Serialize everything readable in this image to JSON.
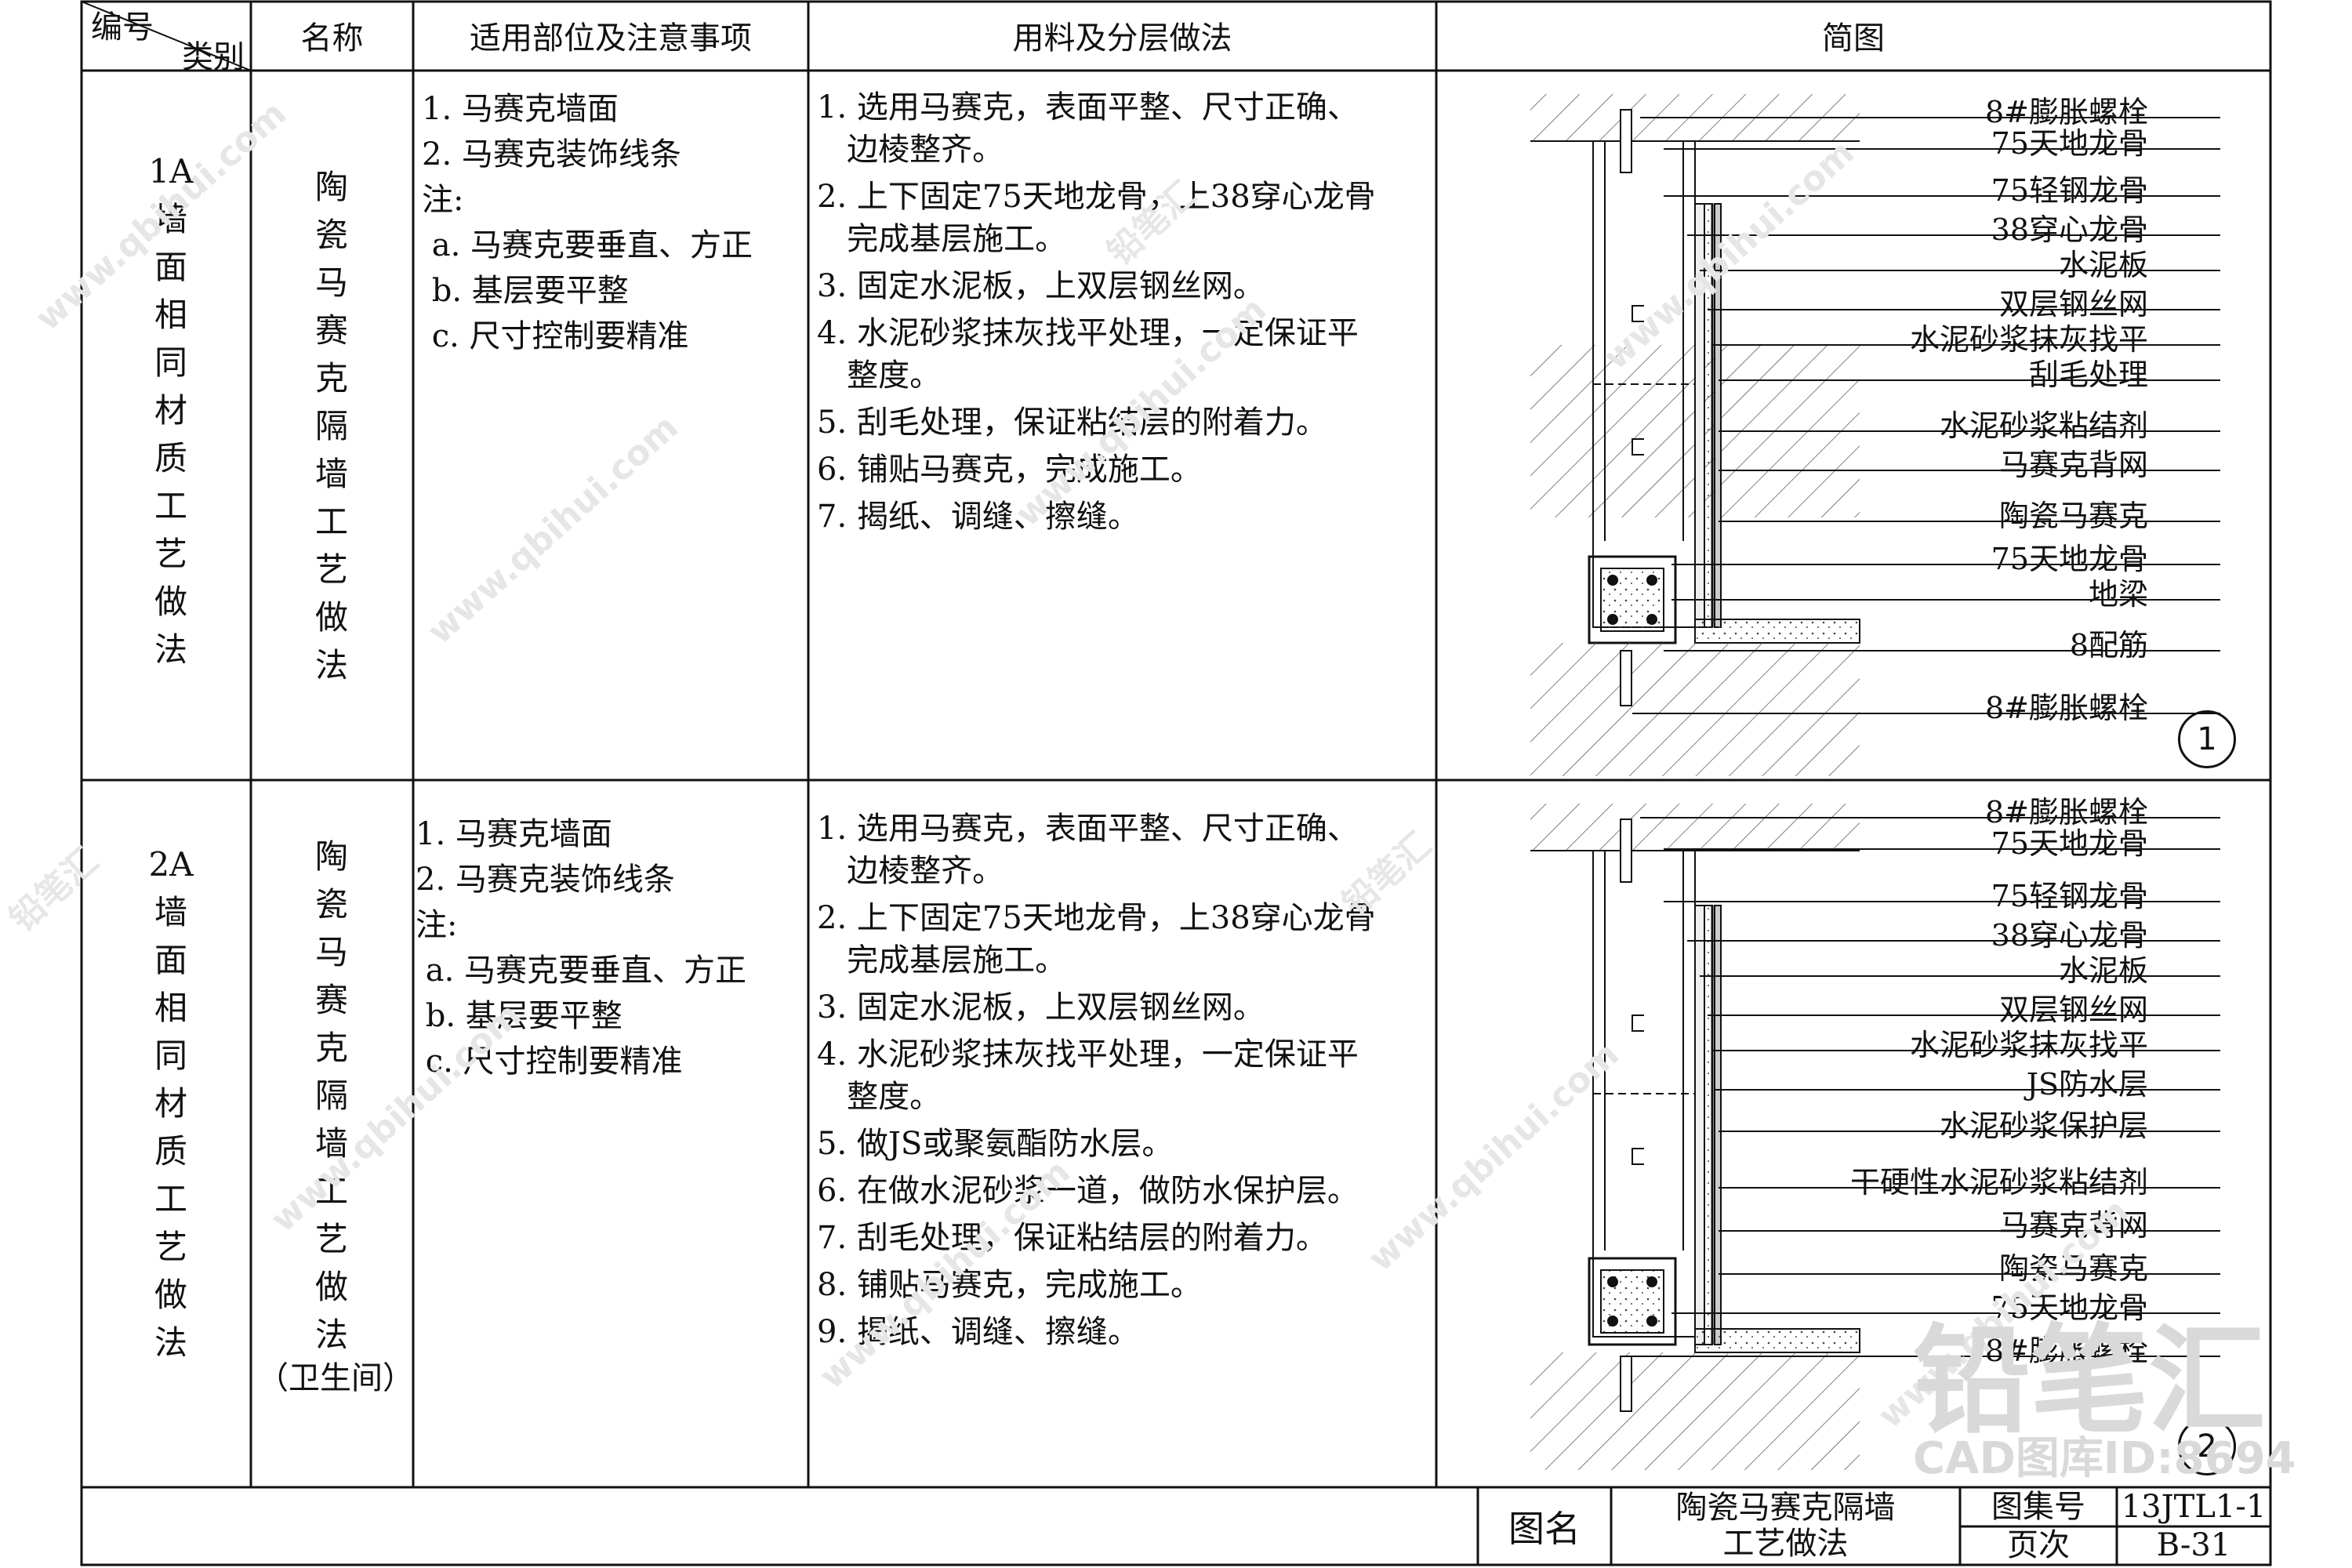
{
  "header": {
    "code_label": "编号",
    "category_label": "类别",
    "name": "名称",
    "scope": "适用部位及注意事项",
    "method": "用料及分层做法",
    "diagram": "简图"
  },
  "rows": [
    {
      "code": "1A\n墙\n面\n相\n同\n材\n质\n工\n艺\n做\n法",
      "name": "陶\n瓷\n马\n赛\n克\n隔\n墙\n工\n艺\n做\n法",
      "notes": [
        "1. 马赛克墙面",
        "2. 马赛克装饰线条",
        "注:",
        " a. 马赛克要垂直、方正",
        " b. 基层要平整",
        " c. 尺寸控制要精准"
      ],
      "steps": [
        "1. 选用马赛克，表面平整、尺寸正确、\n   边棱整齐。",
        "2. 上下固定75天地龙骨，上38穿心龙骨\n   完成基层施工。",
        "3. 固定水泥板，上双层钢丝网。",
        "4. 水泥砂浆抹灰找平处理，一定保证平\n   整度。",
        "5. 刮毛处理，保证粘结层的附着力。",
        "6. 铺贴马赛克，完成施工。",
        "7. 揭纸、调缝、擦缝。"
      ],
      "labels": [
        "8#膨胀螺栓",
        "75天地龙骨",
        "75轻钢龙骨",
        "38穿心龙骨",
        "水泥板",
        "双层钢丝网",
        "水泥砂浆抹灰找平",
        "刮毛处理",
        "水泥砂浆粘结剂",
        "马赛克背网",
        "陶瓷马赛克",
        "75天地龙骨",
        "地梁",
        "8配筋",
        "8#膨胀螺栓"
      ],
      "detail_no": "1"
    },
    {
      "code": "2A\n墙\n面\n相\n同\n材\n质\n工\n艺\n做\n法",
      "name": "陶\n瓷\n马\n赛\n克\n隔\n墙\n工\n艺\n做\n法",
      "name_suffix": "（卫生间）",
      "notes": [
        "1. 马赛克墙面",
        "2. 马赛克装饰线条",
        "注:",
        " a. 马赛克要垂直、方正",
        " b. 基层要平整",
        " c. 尺寸控制要精准"
      ],
      "steps": [
        "1. 选用马赛克，表面平整、尺寸正确、\n   边棱整齐。",
        "2. 上下固定75天地龙骨，上38穿心龙骨\n   完成基层施工。",
        "3. 固定水泥板，上双层钢丝网。",
        "4. 水泥砂浆抹灰找平处理，一定保证平\n   整度。",
        "5. 做JS或聚氨酯防水层。",
        "6. 在做水泥砂浆一道，做防水保护层。",
        "7. 刮毛处理，保证粘结层的附着力。",
        "8. 铺贴马赛克，完成施工。",
        "9. 揭纸、调缝、擦缝。"
      ],
      "labels": [
        "8#膨胀螺栓",
        "75天地龙骨",
        "75轻钢龙骨",
        "38穿心龙骨",
        "水泥板",
        "双层钢丝网",
        "水泥砂浆抹灰找平",
        "JS防水层",
        "水泥砂浆保护层",
        "干硬性水泥砂浆粘结剂",
        "马赛克背网",
        "陶瓷马赛克",
        "75天地龙骨",
        "8#膨胀螺栓"
      ],
      "detail_no": "2"
    }
  ],
  "title_block": {
    "drawing_name_label": "图名",
    "drawing_name": "陶瓷马赛克隔墙\n工艺做法",
    "atlas_label": "图集号",
    "atlas_no": "13JTL1-1",
    "page_label": "页次",
    "page_no": "B-31"
  },
  "watermark": {
    "text": "www.qbihui.com",
    "brand": "铅笔汇",
    "big_text": "CAD图库ID:8694"
  }
}
